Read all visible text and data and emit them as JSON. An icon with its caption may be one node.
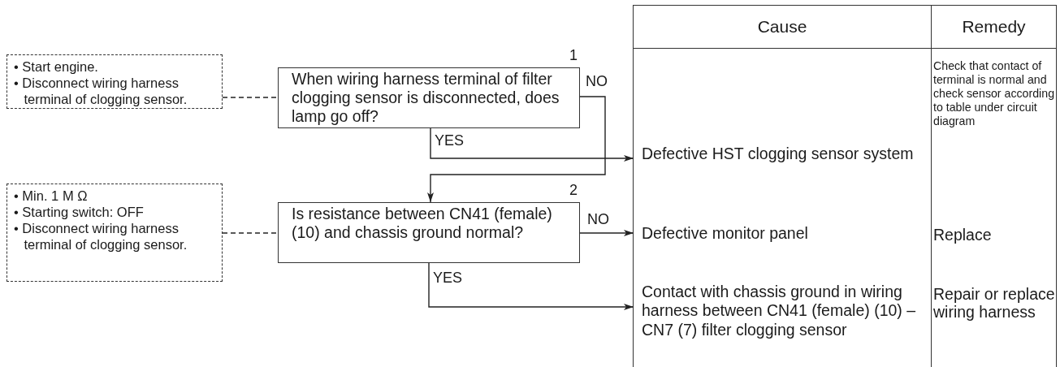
{
  "diagram": {
    "nodes": [
      {
        "text": [
          "• Start engine.",
          "• Disconnect wiring harness terminal of clogging sensor."
        ]
      },
      {
        "text": [
          "When wiring harness terminal of filter clogging sensor is disconnected, does lamp go off?"
        ],
        "beside": [
          "1"
        ]
      },
      {
        "text": [
          "• Min. 1 M Ω",
          "• Starting switch: OFF",
          "• Disconnect wiring harness terminal of clogging sensor."
        ]
      },
      {
        "text": [
          "Is resistance between CN41 (female) (10) and chassis ground normal?"
        ],
        "beside": [
          "2"
        ]
      },
      {
        "text": [
          "Defective HST clogging sensor system"
        ]
      },
      {
        "text": [
          "Defective monitor panel"
        ]
      },
      {
        "text": [
          "Contact with chassis ground in wiring harness between CN41 (female) (10) – CN7 (7) filter clogging sensor"
        ]
      }
    ],
    "edges": [
      {
        "from": 0,
        "to": 1,
        "arrow": "none",
        "style": "dashed"
      },
      {
        "from": 1,
        "to": 4,
        "arrow": "to",
        "label": "YES"
      },
      {
        "from": 1,
        "to": 3,
        "arrow": "to",
        "label": "NO"
      },
      {
        "from": 2,
        "to": 3,
        "arrow": "none",
        "style": "dashed"
      },
      {
        "from": 3,
        "to": 5,
        "arrow": "to",
        "label": "NO"
      },
      {
        "from": 3,
        "to": 6,
        "arrow": "to",
        "label": "YES"
      }
    ],
    "labels": [
      "Cause",
      "Remedy",
      "Check that contact of terminal is normal and check sensor according to table under circuit diagram",
      "Replace",
      "Repair or replace wiring harness"
    ]
  }
}
